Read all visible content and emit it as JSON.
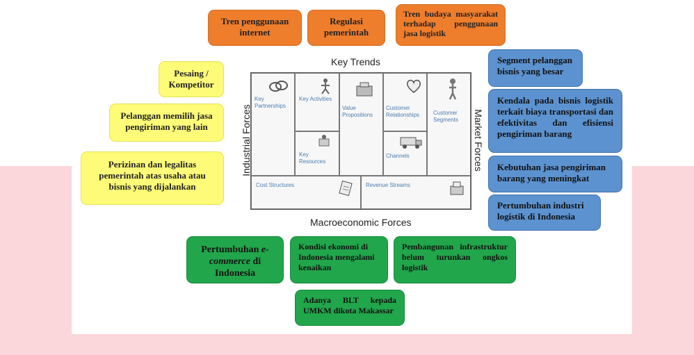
{
  "colors": {
    "orange": "#ee7d2c",
    "yellow": "#fdfb78",
    "blue": "#5c92cf",
    "green": "#21a64b",
    "pink_band": "#fbd6da",
    "canvas_label": "#4a7db0"
  },
  "forces": {
    "key_trends": "Key Trends",
    "industrial": "Industrial Forces",
    "market": "Market Forces",
    "macroeconomic": "Macroeconomic Forces"
  },
  "canvas": {
    "key_partnerships": "Key Partnerships",
    "key_activities": "Key Activities",
    "value_propositions": "Value Propositions",
    "customer_relationships": "Customer Relationships",
    "customer_segments": "Customer Segments",
    "key_resources": "Key Resources",
    "channels": "Channels",
    "cost_structures": "Cost Structures",
    "revenue_streams": "Revenue Streams",
    "icons": [
      "partnership-icon",
      "activities-icon",
      "value-icon",
      "heart-icon",
      "person-icon",
      "resources-icon",
      "truck-icon",
      "cost-icon",
      "cash-register-icon"
    ]
  },
  "key_trends_boxes": [
    "Tren penggunaan internet",
    "Regulasi pemerintah",
    "Tren budaya masyarakat terhadap penggunaan jasa logistik"
  ],
  "industrial_boxes": [
    "Pesaing / Kompetitor",
    "Pelanggan memilih jasa pengiriman yang lain",
    "Perizinan dan legalitas pemerintah atas usaha atau bisnis yang dijalankan"
  ],
  "market_boxes": [
    "Segment pelanggan bisnis yang besar",
    "Kendala pada bisnis logistik terkait biaya transportasi dan efektivitas dan efisiensi pengiriman barang",
    "Kebutuhan jasa pengiriman barang yang meningkat",
    "Pertumbuhan industri logistik di Indonesia"
  ],
  "macro_boxes": {
    "ecommerce_prefix": "Pertumbuhan ",
    "ecommerce_italic": "e-commerce",
    "ecommerce_suffix": " di Indonesia",
    "ekonomi": "Kondisi ekonomi di Indonesia mengalami kenaikan",
    "infrastruktur": "Pembangunan infrastruktur belum turunkan ongkos logistik",
    "blt": "Adanya BLT kepada UMKM dikota Makassar"
  }
}
